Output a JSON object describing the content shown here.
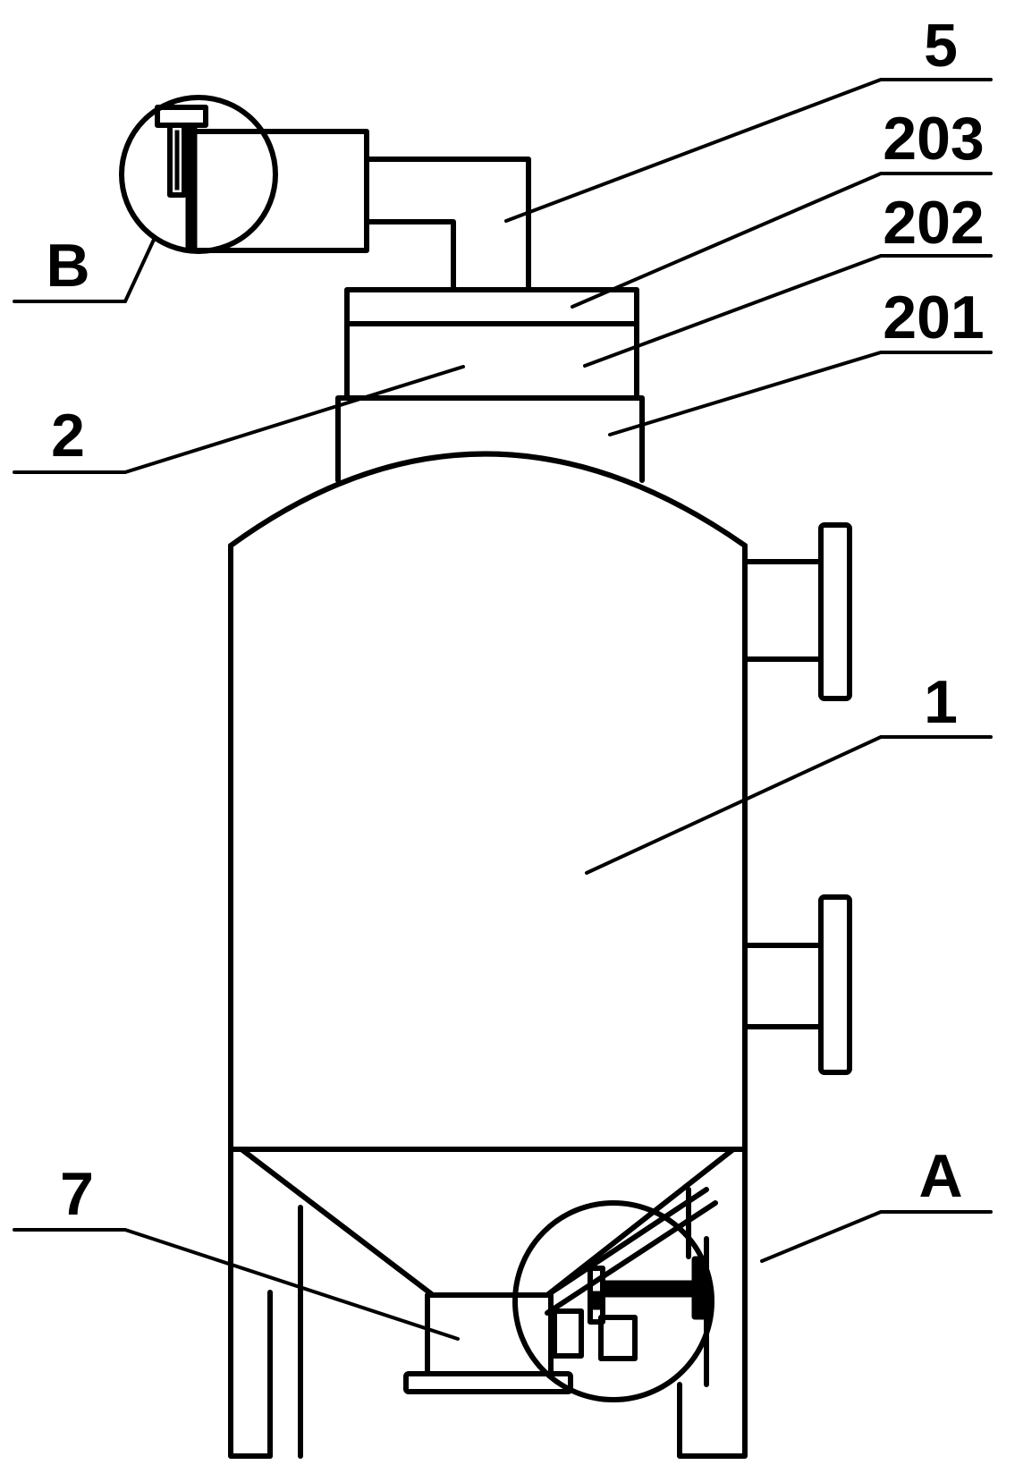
{
  "labels": {
    "l5": "5",
    "l203": "203",
    "l202": "202",
    "l201": "201",
    "lB": "B",
    "l2": "2",
    "l1": "1",
    "l7": "7",
    "lA": "A"
  }
}
